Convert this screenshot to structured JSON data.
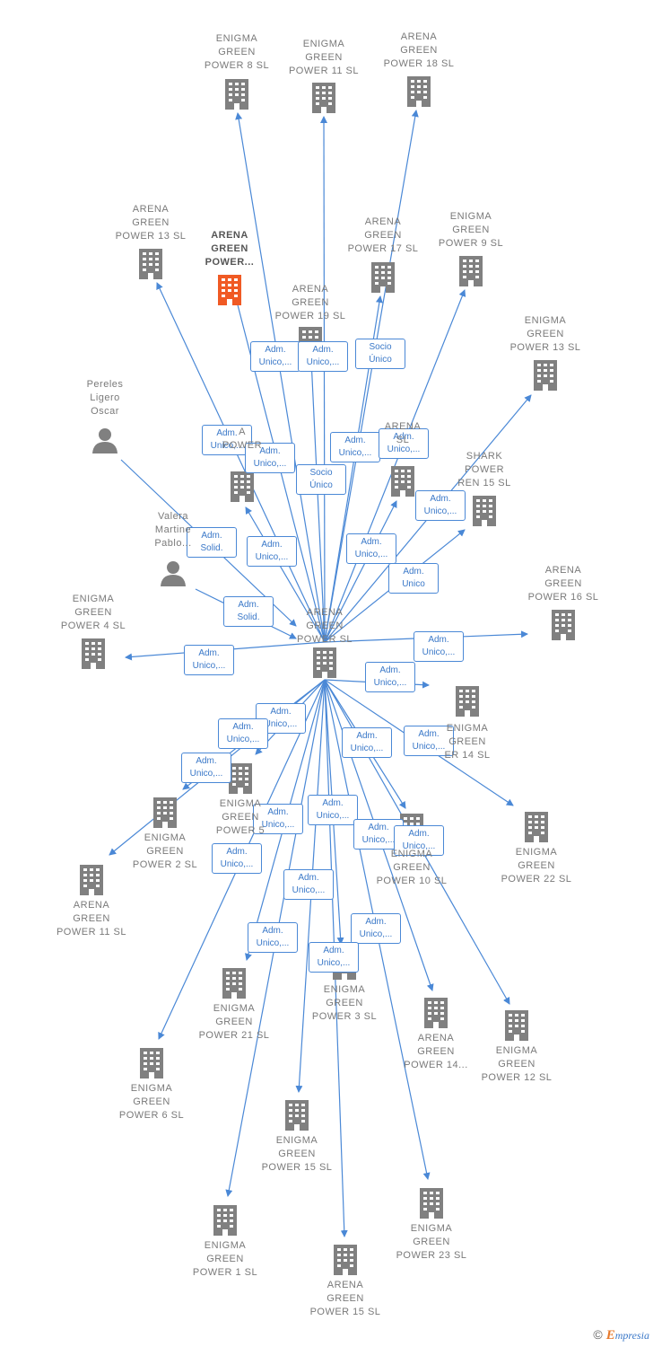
{
  "colors": {
    "edge": "#4a88d6",
    "company_icon": "#808080",
    "highlight_icon": "#f05a24",
    "person_icon": "#808080"
  },
  "center": "ARENA GREEN POWER SL",
  "nodes": [
    {
      "id": "center",
      "label": "ARENA\nGREEN\nPOWER  SL",
      "kind": "company"
    },
    {
      "id": "eg8",
      "label": "ENIGMA\nGREEN\nPOWER 8  SL",
      "kind": "company"
    },
    {
      "id": "eg11",
      "label": "ENIGMA\nGREEN\nPOWER 11  SL",
      "kind": "company"
    },
    {
      "id": "ag18",
      "label": "ARENA\nGREEN\nPOWER 18  SL",
      "kind": "company"
    },
    {
      "id": "ag13",
      "label": "ARENA\nGREEN\nPOWER 13  SL",
      "kind": "company"
    },
    {
      "id": "agp",
      "label": "ARENA\nGREEN\nPOWER...",
      "kind": "highlight"
    },
    {
      "id": "ag17",
      "label": "ARENA\nGREEN\nPOWER 17  SL",
      "kind": "company"
    },
    {
      "id": "eg9",
      "label": "ENIGMA\nGREEN\nPOWER 9  SL",
      "kind": "company"
    },
    {
      "id": "ag19",
      "label": "ARENA\nGREEN\nPOWER 19  SL",
      "kind": "company"
    },
    {
      "id": "eg13",
      "label": "ENIGMA\nGREEN\nPOWER 13  SL",
      "kind": "company"
    },
    {
      "id": "pereles",
      "label": "Pereles\nLigero\nOscar",
      "kind": "person"
    },
    {
      "id": "hid1",
      "label": "A\nPOWER",
      "kind": "company"
    },
    {
      "id": "hid2",
      "label": "ARENA\nSL",
      "kind": "company"
    },
    {
      "id": "shark",
      "label": "SHARK\nPOWER\nREN 15  SL",
      "kind": "company"
    },
    {
      "id": "valera",
      "label": "Valera\nMartine\nPablo...",
      "kind": "person"
    },
    {
      "id": "eg4",
      "label": "ENIGMA\nGREEN\nPOWER 4  SL",
      "kind": "company"
    },
    {
      "id": "ag16",
      "label": "ARENA\nGREEN\nPOWER 16  SL",
      "kind": "company"
    },
    {
      "id": "eg14",
      "label": "ENIGMA\nGREEN\nER 14  SL",
      "kind": "company"
    },
    {
      "id": "eg5",
      "label": "ENIGMA\nGREEN\nPOWER 5",
      "kind": "company"
    },
    {
      "id": "eg2",
      "label": "ENIGMA\nGREEN\nPOWER 2  SL",
      "kind": "company"
    },
    {
      "id": "ag11",
      "label": "ARENA\nGREEN\nPOWER 11  SL",
      "kind": "company"
    },
    {
      "id": "eg22",
      "label": "ENIGMA\nGREEN\nPOWER 22  SL",
      "kind": "company"
    },
    {
      "id": "eg10",
      "label": "ENIGMA\nGREEN\nPOWER 10  SL",
      "kind": "company"
    },
    {
      "id": "eg21",
      "label": "ENIGMA\nGREEN\nPOWER 21  SL",
      "kind": "company"
    },
    {
      "id": "eg3",
      "label": "ENIGMA\nGREEN\nPOWER 3  SL",
      "kind": "company"
    },
    {
      "id": "ag14",
      "label": "ARENA\nGREEN\nPOWER 14...",
      "kind": "company"
    },
    {
      "id": "eg12",
      "label": "ENIGMA\nGREEN\nPOWER 12  SL",
      "kind": "company"
    },
    {
      "id": "eg6",
      "label": "ENIGMA\nGREEN\nPOWER 6  SL",
      "kind": "company"
    },
    {
      "id": "eg15",
      "label": "ENIGMA\nGREEN\nPOWER 15  SL",
      "kind": "company"
    },
    {
      "id": "eg1",
      "label": "ENIGMA\nGREEN\nPOWER 1  SL",
      "kind": "company"
    },
    {
      "id": "eg23",
      "label": "ENIGMA\nGREEN\nPOWER 23  SL",
      "kind": "company"
    },
    {
      "id": "ag15",
      "label": "ARENA\nGREEN\nPOWER 15  SL",
      "kind": "company"
    }
  ],
  "edges": [
    {
      "from": "center",
      "to": "eg8",
      "label": "Adm.\nUnico,..."
    },
    {
      "from": "center",
      "to": "eg11",
      "label": "Adm.\nUnico,..."
    },
    {
      "from": "center",
      "to": "ag18",
      "label": "Socio\nÚnico"
    },
    {
      "from": "center",
      "to": "ag13",
      "label": "Adm.\nUnico,..."
    },
    {
      "from": "center",
      "to": "agp",
      "label": "Adm.\nUnico,..."
    },
    {
      "from": "center",
      "to": "ag17",
      "label": "Adm.\nUnico,..."
    },
    {
      "from": "center",
      "to": "eg9",
      "label": "Adm.\nUnico,..."
    },
    {
      "from": "center",
      "to": "ag19",
      "label": "Socio\nÚnico"
    },
    {
      "from": "center",
      "to": "eg13",
      "label": "Adm.\nUnico,..."
    },
    {
      "from": "center",
      "to": "hid1",
      "label": "Adm.\nUnico,..."
    },
    {
      "from": "center",
      "to": "hid2",
      "label": "Adm.\nUnico,..."
    },
    {
      "from": "center",
      "to": "shark",
      "label": "Adm.\nUnico"
    },
    {
      "from": "pereles",
      "to": "center",
      "label": "Adm.\nSolid."
    },
    {
      "from": "valera",
      "to": "center",
      "label": "Adm.\nSolid."
    },
    {
      "from": "center",
      "to": "eg4",
      "label": "Adm.\nUnico,..."
    },
    {
      "from": "center",
      "to": "ag16",
      "label": "Adm.\nUnico,..."
    },
    {
      "from": "center",
      "to": "eg14",
      "label": "Adm.\nUnico,..."
    },
    {
      "from": "center",
      "to": "eg5",
      "label": "Adm.\nUnico,..."
    },
    {
      "from": "center",
      "to": "eg2",
      "label": "Adm.\nUnico,..."
    },
    {
      "from": "center",
      "to": "ag11",
      "label": "Adm.\nUnico,..."
    },
    {
      "from": "center",
      "to": "eg22",
      "label": "Adm.\nUnico,..."
    },
    {
      "from": "center",
      "to": "eg10",
      "label": "Adm.\nUnico,..."
    },
    {
      "from": "center",
      "to": "eg21",
      "label": "Adm.\nUnico,..."
    },
    {
      "from": "center",
      "to": "eg3",
      "label": "Adm.\nUnico,..."
    },
    {
      "from": "center",
      "to": "ag14",
      "label": "Adm.\nUnico,..."
    },
    {
      "from": "center",
      "to": "eg12",
      "label": "Adm.\nUnico,..."
    },
    {
      "from": "center",
      "to": "eg6",
      "label": "Adm.\nUnico,..."
    },
    {
      "from": "center",
      "to": "eg15",
      "label": "Adm.\nUnico,..."
    },
    {
      "from": "center",
      "to": "eg1",
      "label": "Adm.\nUnico,..."
    },
    {
      "from": "center",
      "to": "eg23",
      "label": "Adm.\nUnico,..."
    },
    {
      "from": "center",
      "to": "ag15",
      "label": "Adm.\nUnico,..."
    }
  ],
  "footer": {
    "copyright": "©",
    "brand_e": "E",
    "brand_rest": "mpresia"
  }
}
